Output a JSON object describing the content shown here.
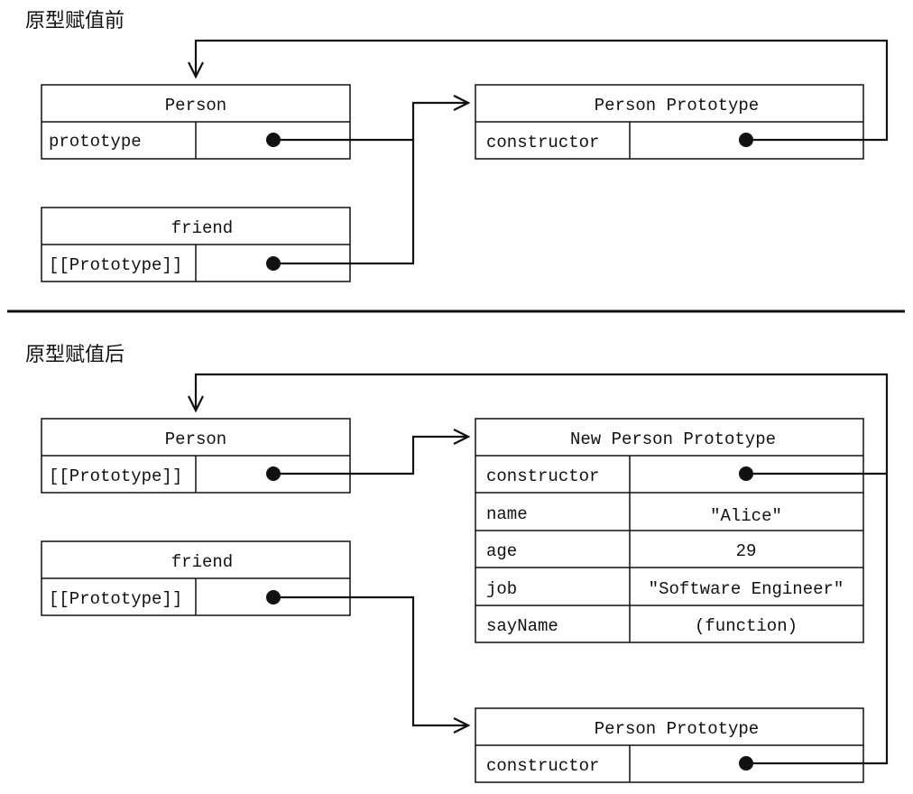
{
  "sections": {
    "before_title": "原型赋值前",
    "after_title": "原型赋值后"
  },
  "before": {
    "person": {
      "title": "Person",
      "rows": [
        {
          "key": "prototype",
          "value": ""
        }
      ]
    },
    "friend": {
      "title": "friend",
      "rows": [
        {
          "key": "[[Prototype]]",
          "value": ""
        }
      ]
    },
    "proto": {
      "title": "Person Prototype",
      "rows": [
        {
          "key": "constructor",
          "value": ""
        }
      ]
    }
  },
  "after": {
    "person": {
      "title": "Person",
      "rows": [
        {
          "key": "[[Prototype]]",
          "value": ""
        }
      ]
    },
    "friend": {
      "title": "friend",
      "rows": [
        {
          "key": "[[Prototype]]",
          "value": ""
        }
      ]
    },
    "new_proto": {
      "title": "New Person Prototype",
      "rows": [
        {
          "key": "constructor",
          "value": ""
        },
        {
          "key": "name",
          "value": "\"Alice\""
        },
        {
          "key": "age",
          "value": "29"
        },
        {
          "key": "job",
          "value": "\"Software Engineer\""
        },
        {
          "key": "sayName",
          "value": "(function)"
        }
      ]
    },
    "proto": {
      "title": "Person Prototype",
      "rows": [
        {
          "key": "constructor",
          "value": ""
        }
      ]
    }
  }
}
